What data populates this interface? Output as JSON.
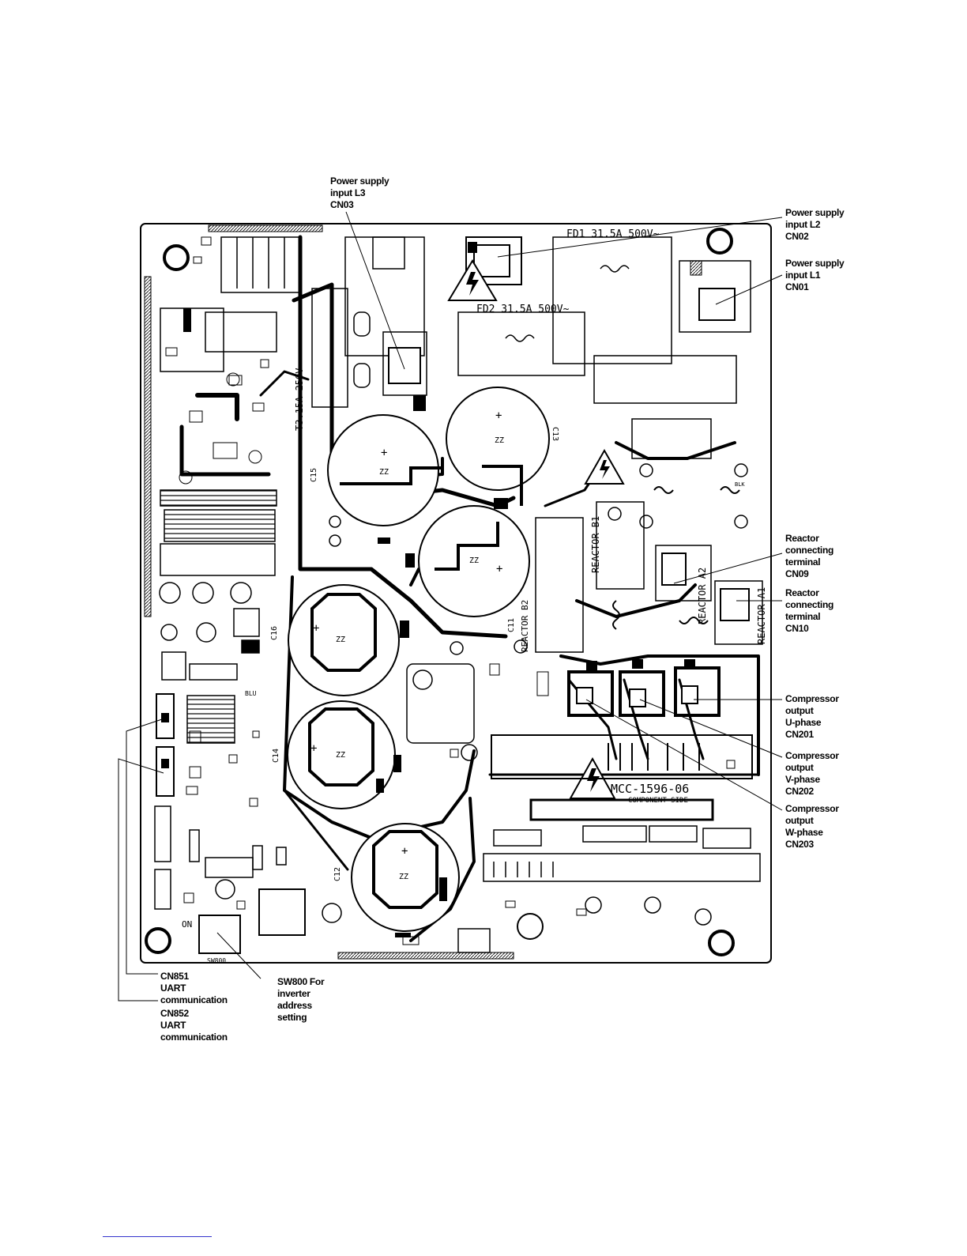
{
  "board": {
    "part_number": "MCC-1596-06",
    "side": "COMPONENT SIDE",
    "fuse_1": "FD1 31.5A 500V~",
    "fuse_2": "FD2 31.5A 500V~",
    "fuse_3": "T3.15A 250V~",
    "reactor_b1": "REACTOR B1",
    "reactor_b2": "REACTOR B2",
    "reactor_a2": "REACTOR A2",
    "reactor_a1": "REACTOR A1",
    "switch_on": "ON",
    "switch_label": "SW800",
    "capacitors": [
      "C15",
      "C13",
      "C16",
      "C14",
      "C12",
      "C11"
    ],
    "blu": "BLU",
    "blk": "BLK"
  },
  "callouts": {
    "cn03": [
      "Power supply",
      "input L3",
      "CN03"
    ],
    "cn02": [
      "Power supply",
      "input L2",
      "CN02"
    ],
    "cn01": [
      "Power supply",
      "input L1",
      "CN01"
    ],
    "cn09": [
      "Reactor",
      "connecting",
      "terminal",
      "CN09"
    ],
    "cn10": [
      "Reactor",
      "connecting",
      "terminal",
      "CN10"
    ],
    "cn201": [
      "Compressor",
      "output",
      "U-phase",
      "CN201"
    ],
    "cn202": [
      "Compressor",
      "output",
      "V-phase",
      "CN202"
    ],
    "cn203": [
      "Compressor",
      "output",
      "W-phase",
      "CN203"
    ],
    "cn851": [
      "CN851",
      "UART",
      "communication"
    ],
    "cn852": [
      "CN852",
      "UART",
      "communication"
    ],
    "sw800": [
      "SW800 For",
      "inverter",
      "address",
      "setting"
    ]
  }
}
